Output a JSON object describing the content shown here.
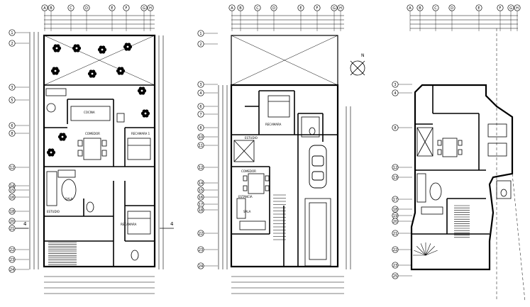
{
  "plans": [
    {
      "id": "plan-left",
      "col_labels": [
        "A",
        "B",
        "C",
        "D",
        "E",
        "F",
        "G",
        "H"
      ],
      "row_labels": [
        "1",
        "2",
        "3",
        "5",
        "6",
        "8",
        "12",
        "14",
        "15",
        "16",
        "18",
        "20",
        "21",
        "22",
        "23",
        "24"
      ],
      "rooms": [
        {
          "id": "sala",
          "text": "SALA"
        },
        {
          "id": "comedor",
          "text": "COMEDOR"
        },
        {
          "id": "cocina",
          "text": "COCINA"
        },
        {
          "id": "recamara1",
          "text": "RECAMARA 1"
        },
        {
          "id": "recamara2",
          "text": "RECAMARA"
        },
        {
          "id": "estudio",
          "text": "ESTUDIO"
        }
      ],
      "axis_marks": [
        "4",
        "4"
      ]
    },
    {
      "id": "plan-middle",
      "col_labels": [
        "A",
        "B",
        "C",
        "D",
        "E",
        "F",
        "G",
        "H"
      ],
      "row_labels": [
        "1",
        "2",
        "3",
        "4",
        "6",
        "7",
        "8",
        "10",
        "11",
        "12",
        "14",
        "15",
        "16",
        "17",
        "18",
        "22",
        "23",
        "24"
      ],
      "rooms": [
        {
          "id": "recamara",
          "text": "RECAMARA"
        },
        {
          "id": "comedor",
          "text": "COMEDOR"
        },
        {
          "id": "sala",
          "text": "SALA"
        },
        {
          "id": "estancia",
          "text": "ESTANCIA"
        },
        {
          "id": "estudio",
          "text": "ESTUDIO"
        }
      ]
    },
    {
      "id": "plan-right",
      "col_labels": [
        "A",
        "B",
        "C",
        "D",
        "E",
        "F",
        "G",
        "H"
      ],
      "row_labels": [
        "3",
        "4",
        "8",
        "12",
        "13",
        "17",
        "18",
        "19",
        "20",
        "21",
        "22",
        "23",
        "25"
      ],
      "rooms": []
    }
  ],
  "north_label": "N",
  "colors": {
    "line": "#000000",
    "dim": "#333333",
    "hatch": "#555555"
  }
}
